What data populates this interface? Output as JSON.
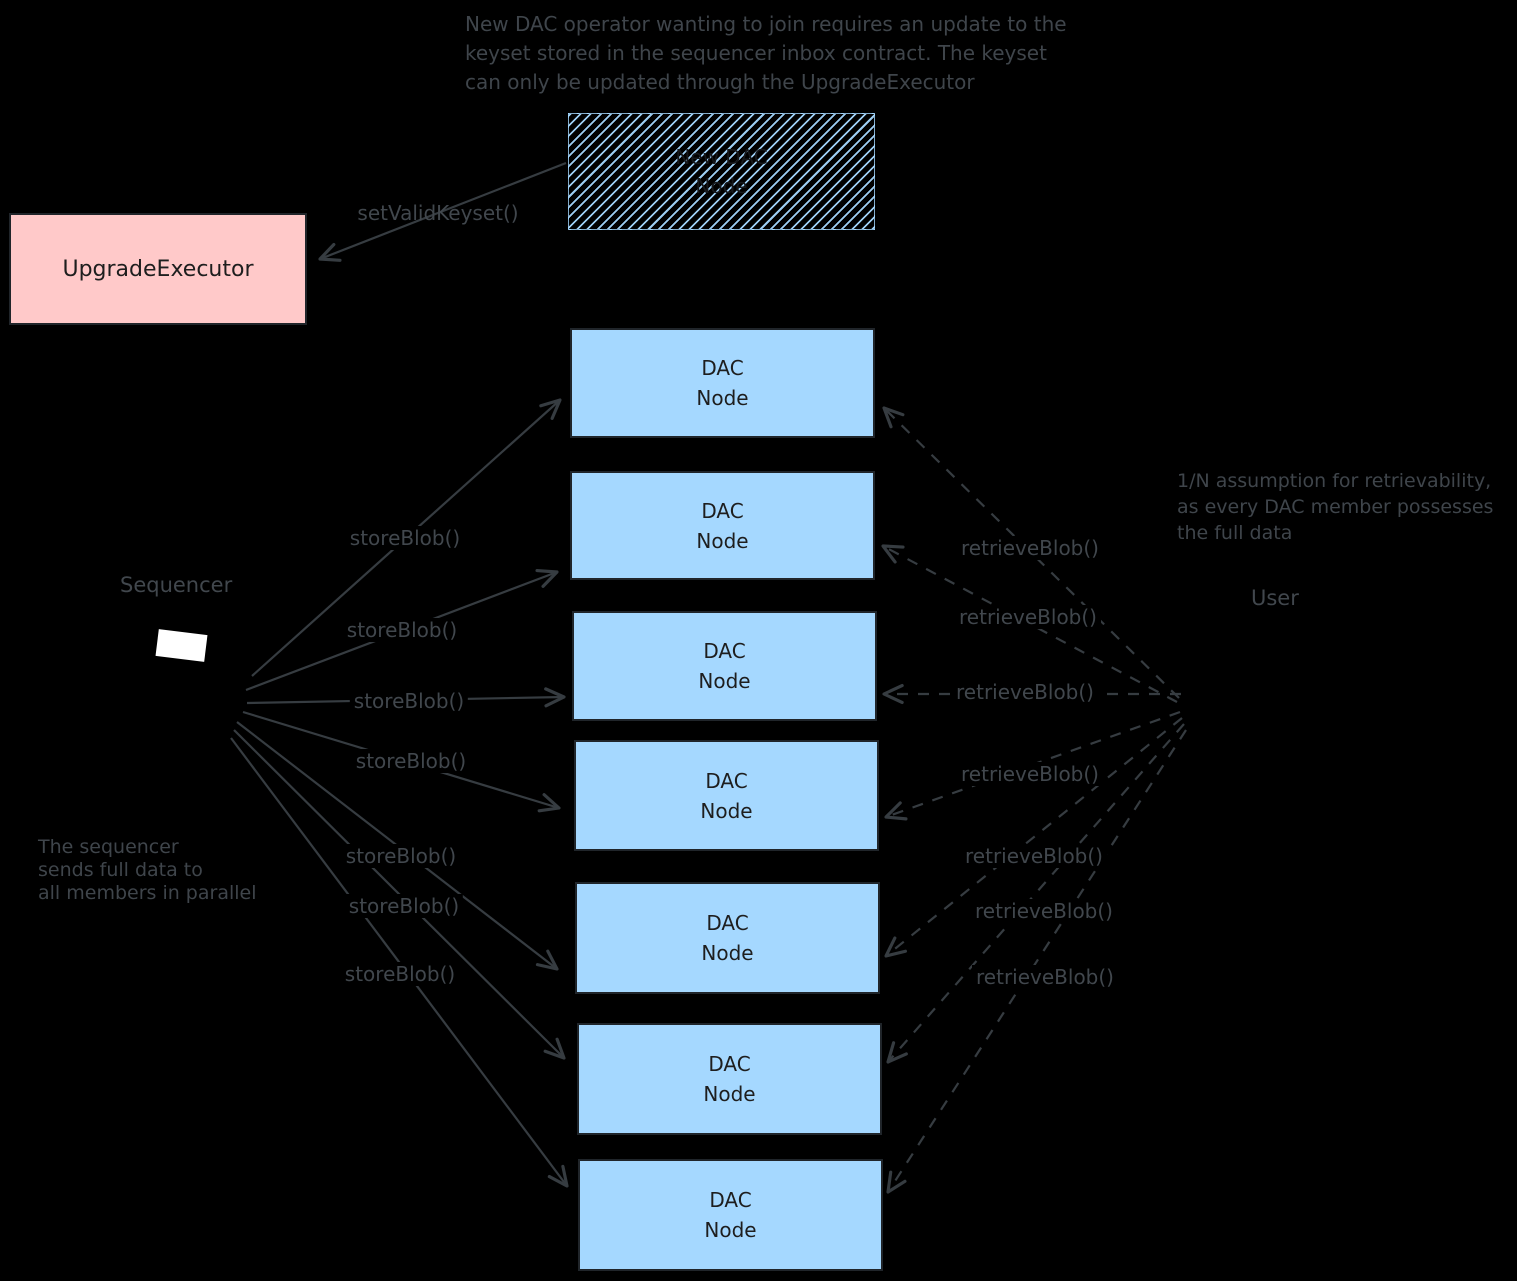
{
  "notes": {
    "keyset_note": {
      "lines": [
        "New DAC operator wanting to join requires an update to the",
        "keyset stored in the sequencer inbox contract. The keyset",
        "can only be updated through the UpgradeExecutor"
      ]
    },
    "retrievability_note": {
      "lines": [
        "1/N assumption for retrievability,",
        "as every DAC member possesses",
        "the full data"
      ]
    },
    "parallel_note": {
      "lines": [
        "The sequencer",
        "sends full data to",
        "all members in parallel"
      ]
    }
  },
  "nodes": {
    "upgrade_executor": {
      "label": "UpgradeExecutor"
    },
    "new_dac_node": {
      "line1": "New DAC",
      "line2": "Node"
    },
    "sequencer": {
      "label": "Sequencer"
    },
    "user": {
      "label": "User"
    },
    "dac_nodes": [
      {
        "line1": "DAC",
        "line2": "Node"
      },
      {
        "line1": "DAC",
        "line2": "Node"
      },
      {
        "line1": "DAC",
        "line2": "Node"
      },
      {
        "line1": "DAC",
        "line2": "Node"
      },
      {
        "line1": "DAC",
        "line2": "Node"
      },
      {
        "line1": "DAC",
        "line2": "Node"
      },
      {
        "line1": "DAC",
        "line2": "Node"
      }
    ]
  },
  "edges": {
    "set_valid_keyset_label": "setValidKeyset()",
    "store_blob_label": "storeBlob()",
    "retrieve_blob_label": "retrieveBlob()"
  },
  "colors": {
    "background": "#000000",
    "stroke": "#363c41",
    "text_gray": "#3f454b",
    "node_text": "#1e1e1e",
    "dac_blue": "#a5d8ff",
    "executor_pink": "#ffc9c9",
    "sequencer_icon": "#ffffff"
  }
}
